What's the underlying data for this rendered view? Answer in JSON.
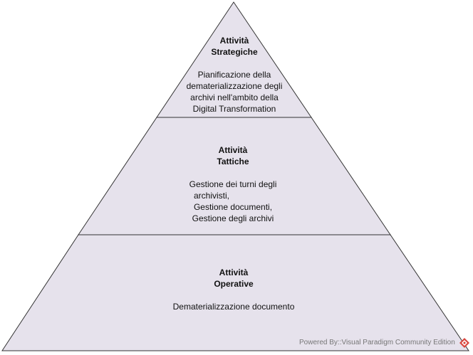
{
  "diagram": {
    "levels": [
      {
        "title_line1": "Attività",
        "title_line2": "Strategiche",
        "desc_lines": [
          "Pianificazione della",
          "dematerializzazione degli",
          "archivi nell'ambito della",
          "Digital Transformation"
        ]
      },
      {
        "title_line1": "Attività",
        "title_line2": "Tattiche",
        "desc_lines": [
          "Gestione dei turni degli",
          "archivisti,",
          "Gestione documenti,",
          "Gestione degli archivi"
        ]
      },
      {
        "title_line1": "Attività",
        "title_line2": "Operative",
        "desc_lines": [
          "Dematerializzazione documento"
        ]
      }
    ],
    "fill_color": "#e6e2ec",
    "stroke_color": "#333333"
  },
  "footer": {
    "text": "Powered By::Visual Paradigm Community Edition",
    "logo_icon": "visual-paradigm-logo-icon",
    "logo_color": "#d9463e"
  }
}
